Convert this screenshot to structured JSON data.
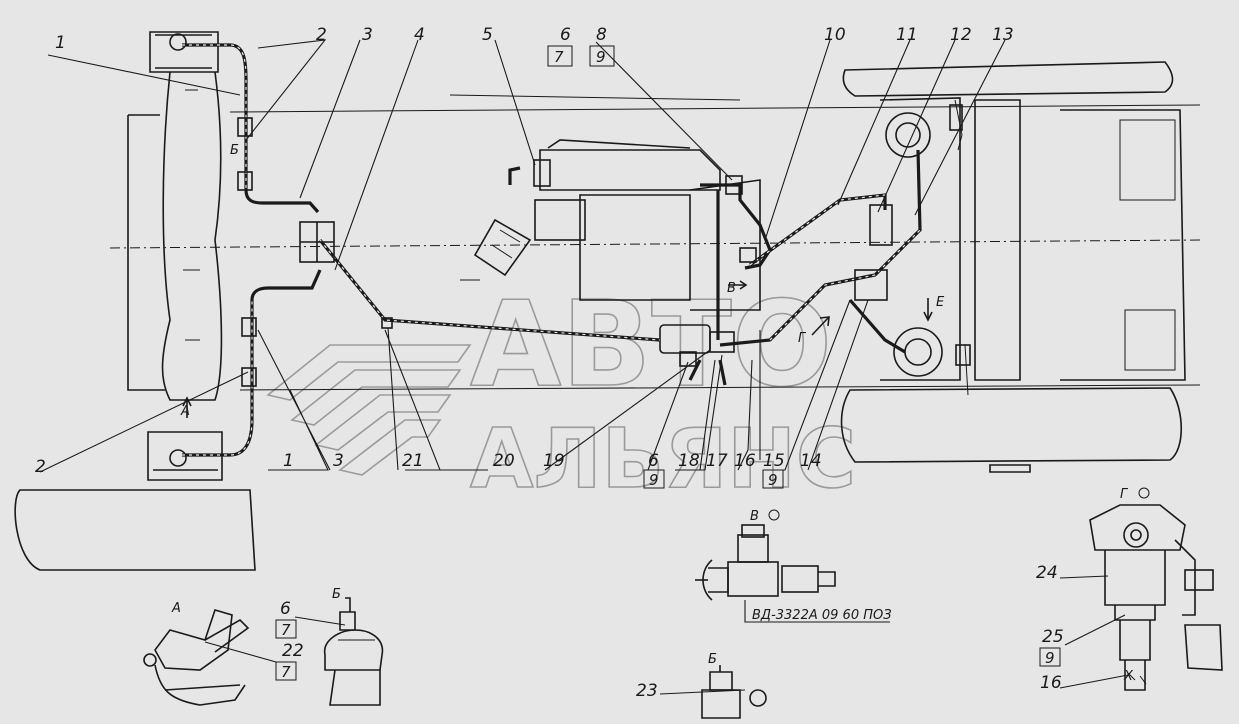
{
  "watermark": {
    "line1": "АВТО",
    "line2": "АЛЬЯНС"
  },
  "callouts": {
    "c1": "1",
    "c2": "2",
    "c3": "3",
    "c4": "4",
    "c5": "5",
    "c6": "6",
    "c7": "7",
    "c8": "8",
    "c9": "9",
    "c10": "10",
    "c11": "11",
    "c12": "12",
    "c13": "13",
    "c14": "14",
    "c15": "15",
    "c16": "16",
    "c17": "17",
    "c18": "18",
    "c19": "19",
    "c20": "20",
    "c21": "21",
    "c22": "22",
    "c23": "23",
    "c24": "24",
    "c25": "25"
  },
  "view_letters": {
    "a": "А",
    "b": "Б",
    "v": "В",
    "g": "Г",
    "e": "Е",
    "x": "Х"
  },
  "part_code": "ВД-3322А 09 60 ПОЗ"
}
